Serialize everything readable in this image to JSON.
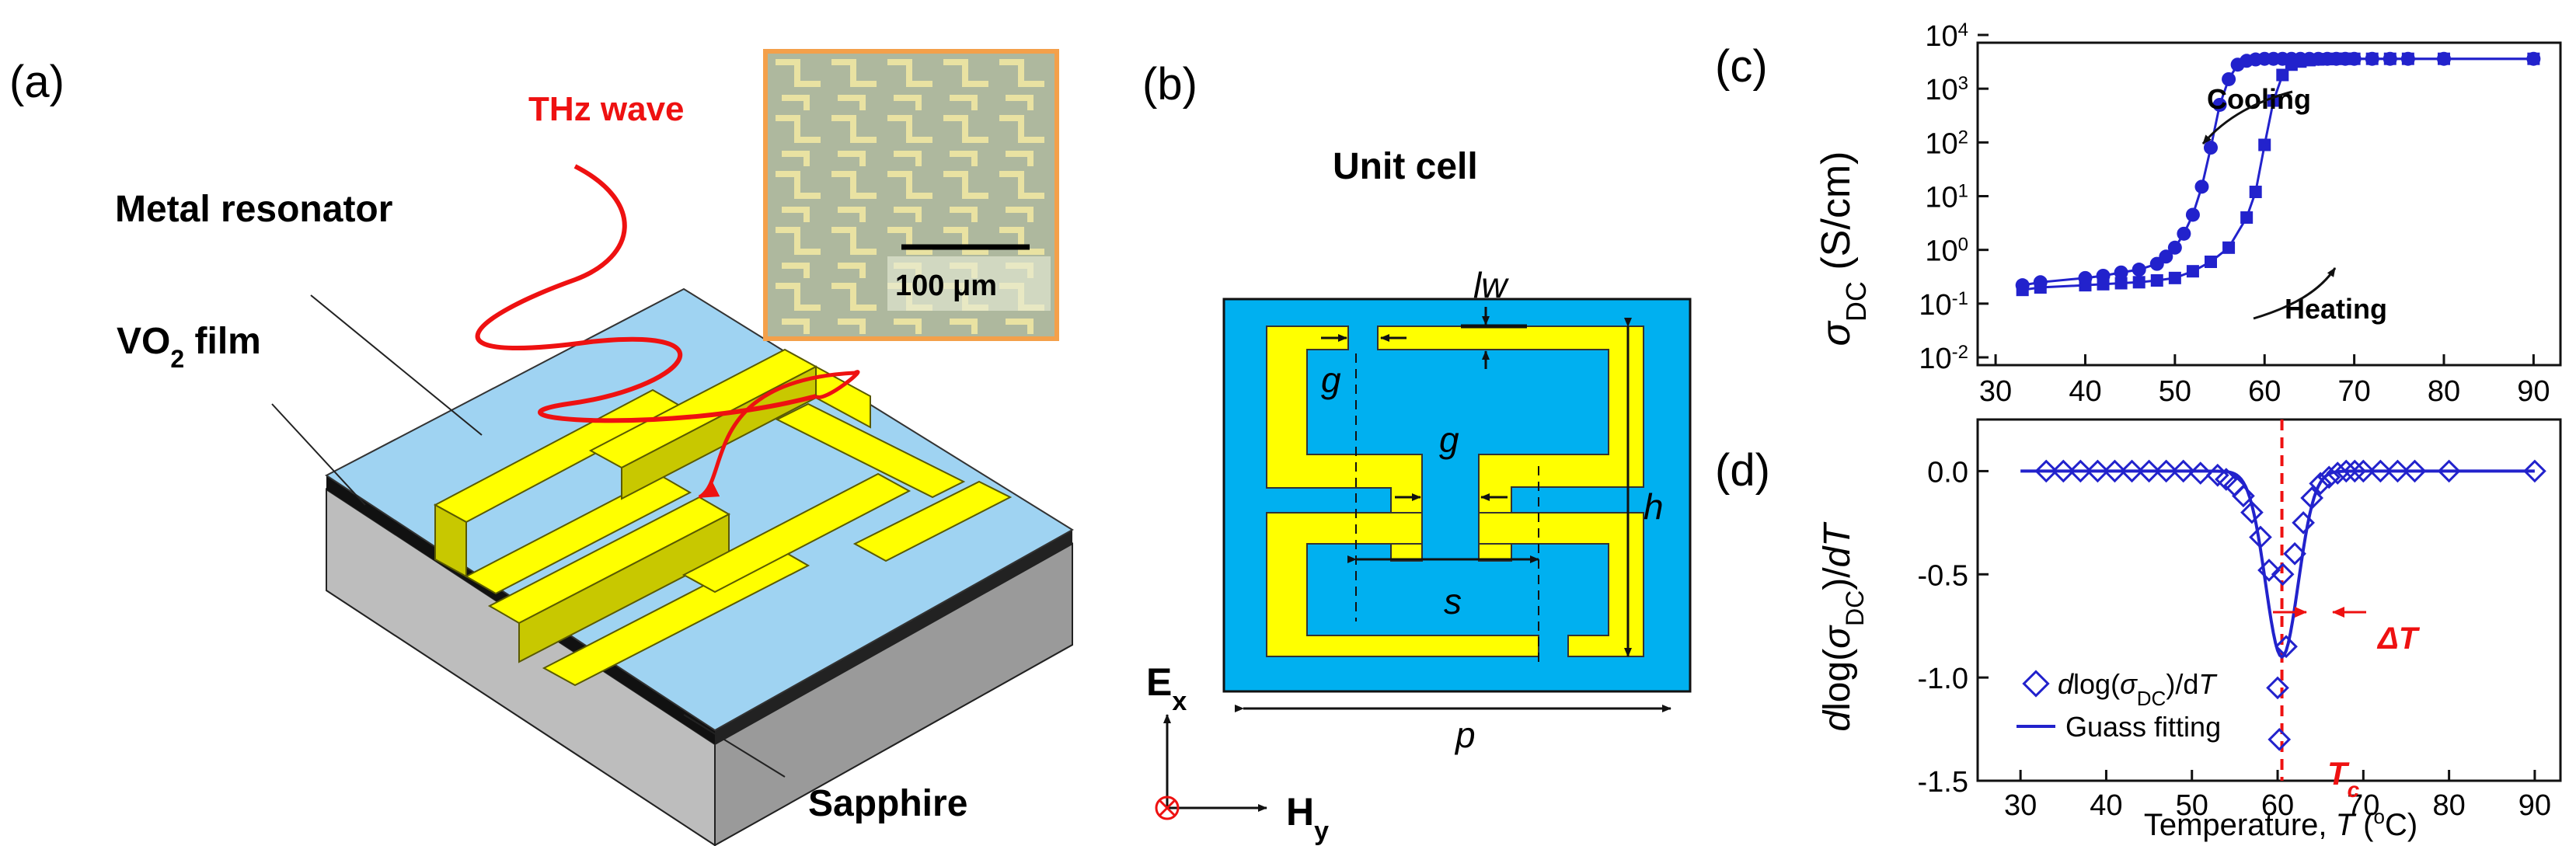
{
  "panels": {
    "a": {
      "label": "(a)",
      "thz_wave": "THz wave",
      "metal_resonator": "Metal resonator",
      "vo2_main": "VO",
      "vo2_sub": "2",
      "vo2_rest": " film",
      "sapphire": "Sapphire",
      "scalebar": "100 μm"
    },
    "b": {
      "label": "(b)",
      "title": "Unit cell",
      "dims": {
        "lw": "lw",
        "g1": "g",
        "g2": "g",
        "h": "h",
        "s": "s",
        "p": "p"
      },
      "ex_main": "E",
      "ex_sub": "x",
      "hy_main": "H",
      "hy_sub": "y"
    },
    "c": {
      "label": "(c)"
    },
    "d": {
      "label": "(d)"
    }
  },
  "colors": {
    "yellow": "#ffff00",
    "cell_blue": "#00b0f0",
    "vo2_film": "#9fd3f2",
    "plot_blue": "#2222cc",
    "red": "#ee1111"
  },
  "chart_data": [
    {
      "type": "scatter",
      "panel": "(c)",
      "ylabel_main": "σ",
      "ylabel_sub": "DC",
      "ylabel_rest": " (S/cm)",
      "yscale": "log",
      "ylim": [
        0.01,
        10000
      ],
      "xlim": [
        28,
        93
      ],
      "xticks": [
        30,
        40,
        50,
        60,
        70,
        80,
        90
      ],
      "yticks": [
        {
          "v": 0.01,
          "b": "10",
          "e": "-2"
        },
        {
          "v": 0.1,
          "b": "10",
          "e": "-1"
        },
        {
          "v": 1,
          "b": "10",
          "e": "0"
        },
        {
          "v": 10,
          "b": "10",
          "e": "1"
        },
        {
          "v": 100,
          "b": "10",
          "e": "2"
        },
        {
          "v": 1000,
          "b": "10",
          "e": "3"
        },
        {
          "v": 10000,
          "b": "10",
          "e": "4"
        }
      ],
      "annotations": {
        "cooling": "Cooling",
        "heating": "Heating"
      },
      "series": [
        {
          "marker": "circle",
          "x": [
            33,
            35,
            40,
            42,
            44,
            46,
            48,
            49,
            50,
            51,
            52,
            53,
            54,
            55,
            56,
            57,
            58,
            59,
            60,
            61,
            62,
            63,
            64,
            65,
            66,
            67,
            68,
            69,
            70,
            72,
            74,
            76,
            80,
            90
          ],
          "y": [
            0.22,
            0.25,
            0.3,
            0.33,
            0.38,
            0.43,
            0.55,
            0.75,
            1.1,
            2.0,
            4.5,
            15,
            80,
            500,
            1500,
            2800,
            3300,
            3500,
            3600,
            3600,
            3600,
            3600,
            3600,
            3600,
            3600,
            3600,
            3600,
            3600,
            3600,
            3600,
            3600,
            3600,
            3600,
            3600
          ]
        },
        {
          "marker": "square",
          "x": [
            33,
            35,
            40,
            42,
            44,
            46,
            48,
            50,
            52,
            54,
            56,
            58,
            59,
            60,
            61,
            62,
            63,
            64,
            65,
            66,
            67,
            68,
            69,
            70,
            72,
            74,
            76,
            80,
            90
          ],
          "y": [
            0.18,
            0.2,
            0.22,
            0.23,
            0.24,
            0.25,
            0.27,
            0.3,
            0.4,
            0.6,
            1.1,
            4,
            12,
            90,
            600,
            1800,
            2800,
            3200,
            3400,
            3500,
            3550,
            3600,
            3600,
            3600,
            3600,
            3600,
            3600,
            3600,
            3600
          ]
        }
      ]
    },
    {
      "type": "scatter",
      "panel": "(d)",
      "xlabel_main": "Temperature, ",
      "xlabel_italic": "T",
      "xlabel_rest": " (",
      "xlabel_deg": "o",
      "xlabel_end": "C)",
      "ylabel_a": "d",
      "ylabel_b": "log(",
      "ylabel_c": "σ",
      "ylabel_sub": "DC",
      "ylabel_d": ")/",
      "ylabel_e": "dT",
      "xlim": [
        25,
        93
      ],
      "ylim": [
        -1.5,
        0.25
      ],
      "xticks": [
        30,
        40,
        50,
        60,
        70,
        80,
        90
      ],
      "yticks": [
        0.0,
        -0.5,
        -1.0,
        -1.5
      ],
      "ytick_labels": [
        "0.0",
        "-0.5",
        "-1.0",
        "-1.5"
      ],
      "tc_x": 60.5,
      "annotations": {
        "delta_t": "ΔT",
        "tc_main": "T",
        "tc_sub": "c"
      },
      "legend": {
        "placement": "lower-left",
        "entry1_a": "d",
        "entry1_b": "log(",
        "entry1_c": "σ",
        "entry1_sub": "DC",
        "entry1_d": ")/d",
        "entry1_e": "T",
        "entry2": "Guass fitting"
      },
      "series": [
        {
          "marker": "diamond",
          "x": [
            33,
            35,
            37,
            39,
            41,
            43,
            45,
            47,
            49,
            51,
            53,
            54,
            55,
            56,
            57,
            58,
            59,
            60,
            61,
            62,
            63,
            64,
            65,
            66,
            67,
            68,
            69,
            70,
            72,
            74,
            76,
            80,
            90
          ],
          "y": [
            0,
            0,
            0,
            0,
            0,
            0,
            0,
            0,
            0,
            -0.01,
            -0.02,
            -0.04,
            -0.07,
            -0.12,
            -0.2,
            -0.32,
            -0.48,
            -1.05,
            -0.85,
            -0.4,
            -0.25,
            -0.13,
            -0.06,
            -0.03,
            -0.01,
            0,
            0,
            0,
            0,
            0,
            0,
            0,
            0
          ]
        },
        {
          "marker": "diamond-extra",
          "x": [
            60.2,
            60.6
          ],
          "y": [
            -1.3,
            -0.5
          ]
        },
        {
          "marker": "line",
          "fit": {
            "a": -0.9,
            "mu": 60.5,
            "sigma": 1.9
          }
        }
      ]
    }
  ]
}
